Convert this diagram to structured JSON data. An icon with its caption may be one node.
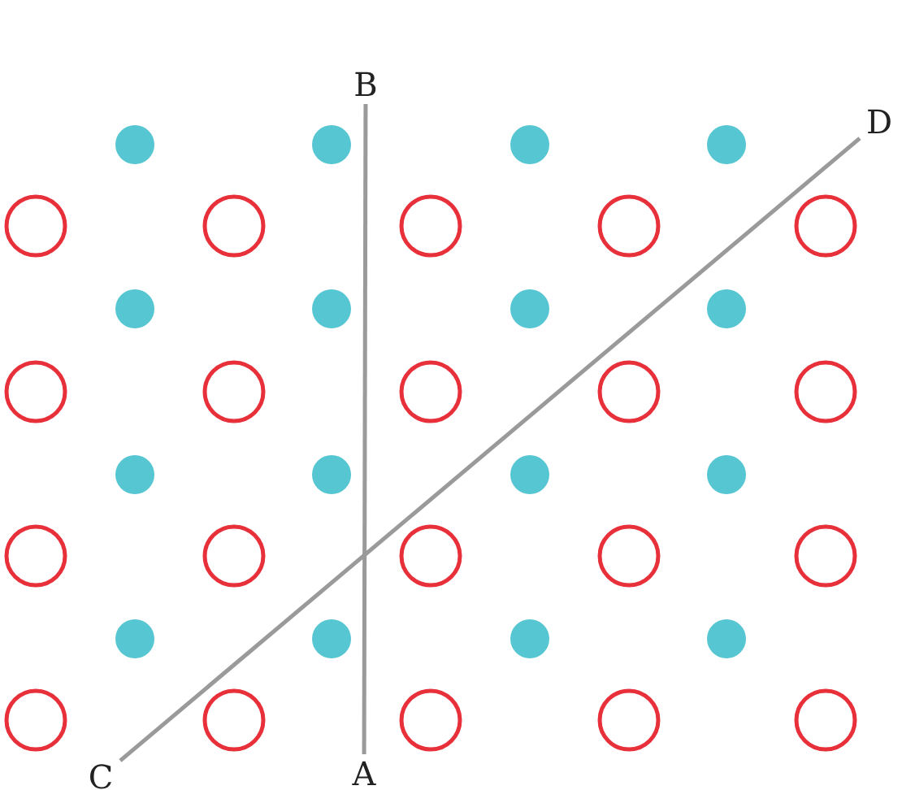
{
  "diagram": {
    "nodes": [
      {
        "text": [
          "B"
        ]
      },
      {
        "text": [
          "D"
        ]
      },
      {
        "text": [
          "C"
        ]
      },
      {
        "text": [
          "A"
        ]
      }
    ],
    "edges": [
      {
        "from": 3,
        "to": 0,
        "arrow": "none"
      },
      {
        "from": 2,
        "to": 1,
        "arrow": "none"
      }
    ]
  }
}
